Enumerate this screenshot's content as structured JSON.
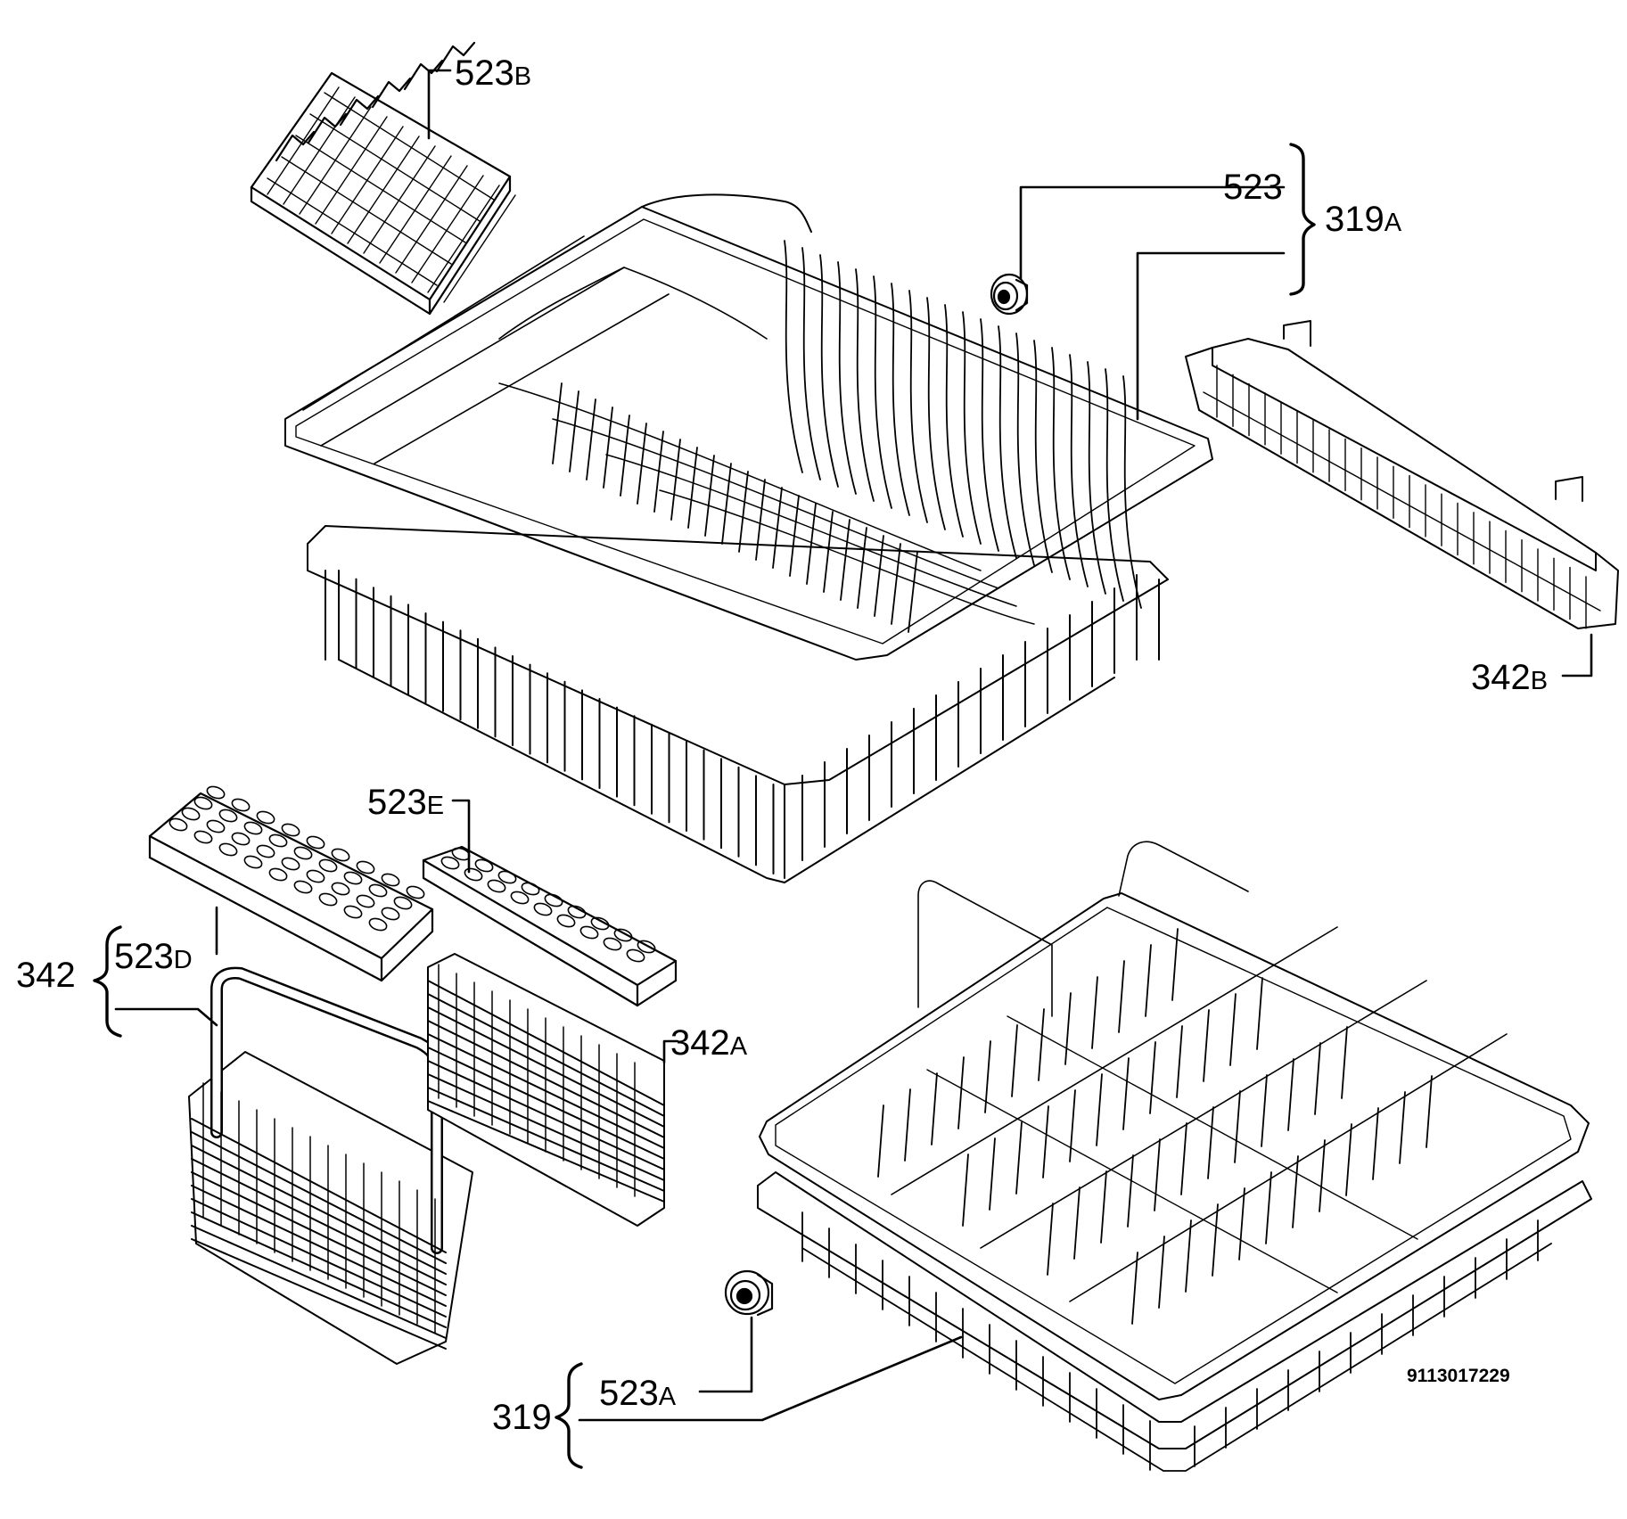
{
  "diagram_code": "9113017229",
  "labels": {
    "523B": {
      "num": "523",
      "suf": "B"
    },
    "523": {
      "num": "523",
      "suf": ""
    },
    "319A": {
      "num": "319",
      "suf": "A"
    },
    "342B": {
      "num": "342",
      "suf": "B"
    },
    "523E": {
      "num": "523",
      "suf": "E"
    },
    "342": {
      "num": "342",
      "suf": ""
    },
    "523D": {
      "num": "523",
      "suf": "D"
    },
    "342A": {
      "num": "342",
      "suf": "A"
    },
    "523A": {
      "num": "523",
      "suf": "A"
    },
    "319": {
      "num": "319",
      "suf": ""
    }
  }
}
